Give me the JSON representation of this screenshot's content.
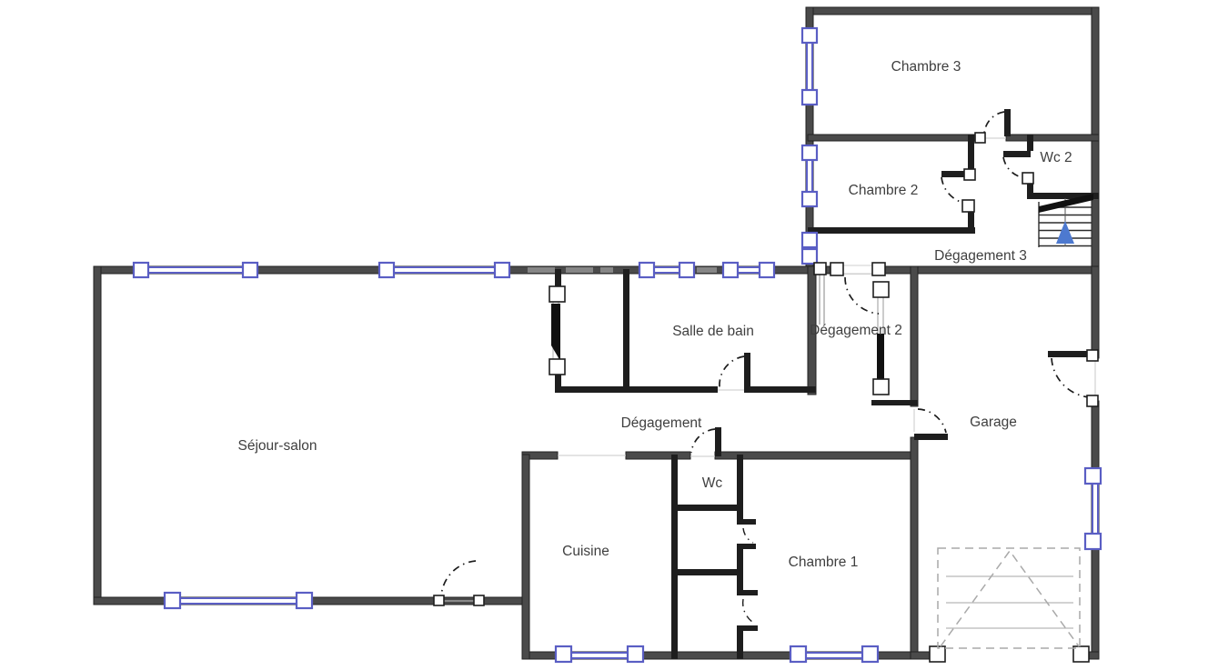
{
  "plan": {
    "type": "floor-plan",
    "language": "fr"
  },
  "rooms": {
    "sejour_salon": "Séjour-salon",
    "cuisine": "Cuisine",
    "wc": "Wc",
    "chambre_1": "Chambre 1",
    "degagement": "Dégagement",
    "salle_de_bain": "Salle de bain",
    "degagement_2": "Dégagement 2",
    "garage": "Garage",
    "degagement_3": "Dégagement 3",
    "chambre_2": "Chambre 2",
    "chambre_3": "Chambre 3",
    "wc_2": "Wc 2"
  },
  "colors": {
    "background": "#ffffff",
    "exterior_wall": "#4a4a4a",
    "partition_wall": "#1e1e1e",
    "window_blue": "#5a5ec4",
    "stairs_arrow_blue": "#4d79cf",
    "label_text": "#3f3f3f",
    "garage_door_dash_gray": "#a9a9a9"
  },
  "symbols": {
    "stairs": "stairs-up-arrow",
    "garage_door": "dashed-garage-door-panel",
    "window": "double-blue-line-with-end-blocks",
    "door": "dash-dot-quarter-arc"
  }
}
